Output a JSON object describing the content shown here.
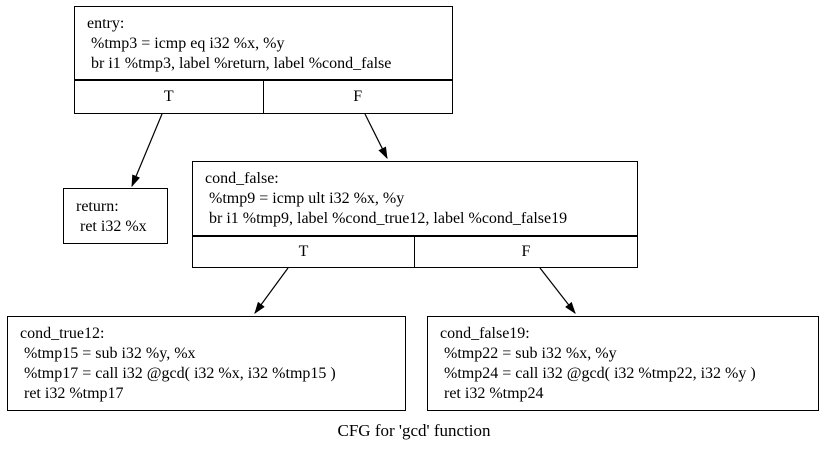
{
  "caption": "CFG for 'gcd' function",
  "colors": {
    "border": "#000000",
    "background": "#ffffff",
    "text": "#000000"
  },
  "nodes": {
    "entry": {
      "title": "entry:",
      "lines": [
        " %tmp3 = icmp eq i32 %x, %y",
        " br i1 %tmp3, label %return, label %cond_false"
      ],
      "true_label": "T",
      "false_label": "F"
    },
    "return": {
      "title": "return:",
      "lines": [
        " ret i32 %x"
      ]
    },
    "cond_false": {
      "title": "cond_false:",
      "lines": [
        " %tmp9 = icmp ult i32 %x, %y",
        " br i1 %tmp9, label %cond_true12, label %cond_false19"
      ],
      "true_label": "T",
      "false_label": "F"
    },
    "cond_true12": {
      "title": "cond_true12:",
      "lines": [
        " %tmp15 = sub i32 %y, %x",
        " %tmp17 = call i32 @gcd( i32 %x, i32 %tmp15 )",
        " ret i32 %tmp17"
      ]
    },
    "cond_false19": {
      "title": "cond_false19:",
      "lines": [
        " %tmp22 = sub i32 %x, %y",
        " %tmp24 = call i32 @gcd( i32 %tmp22, i32 %y )",
        " ret i32 %tmp24"
      ]
    }
  },
  "edges": [
    {
      "name": "entry-T-to-return"
    },
    {
      "name": "entry-F-to-cond_false"
    },
    {
      "name": "cond_false-T-to-cond_true12"
    },
    {
      "name": "cond_false-F-to-cond_false19"
    }
  ]
}
